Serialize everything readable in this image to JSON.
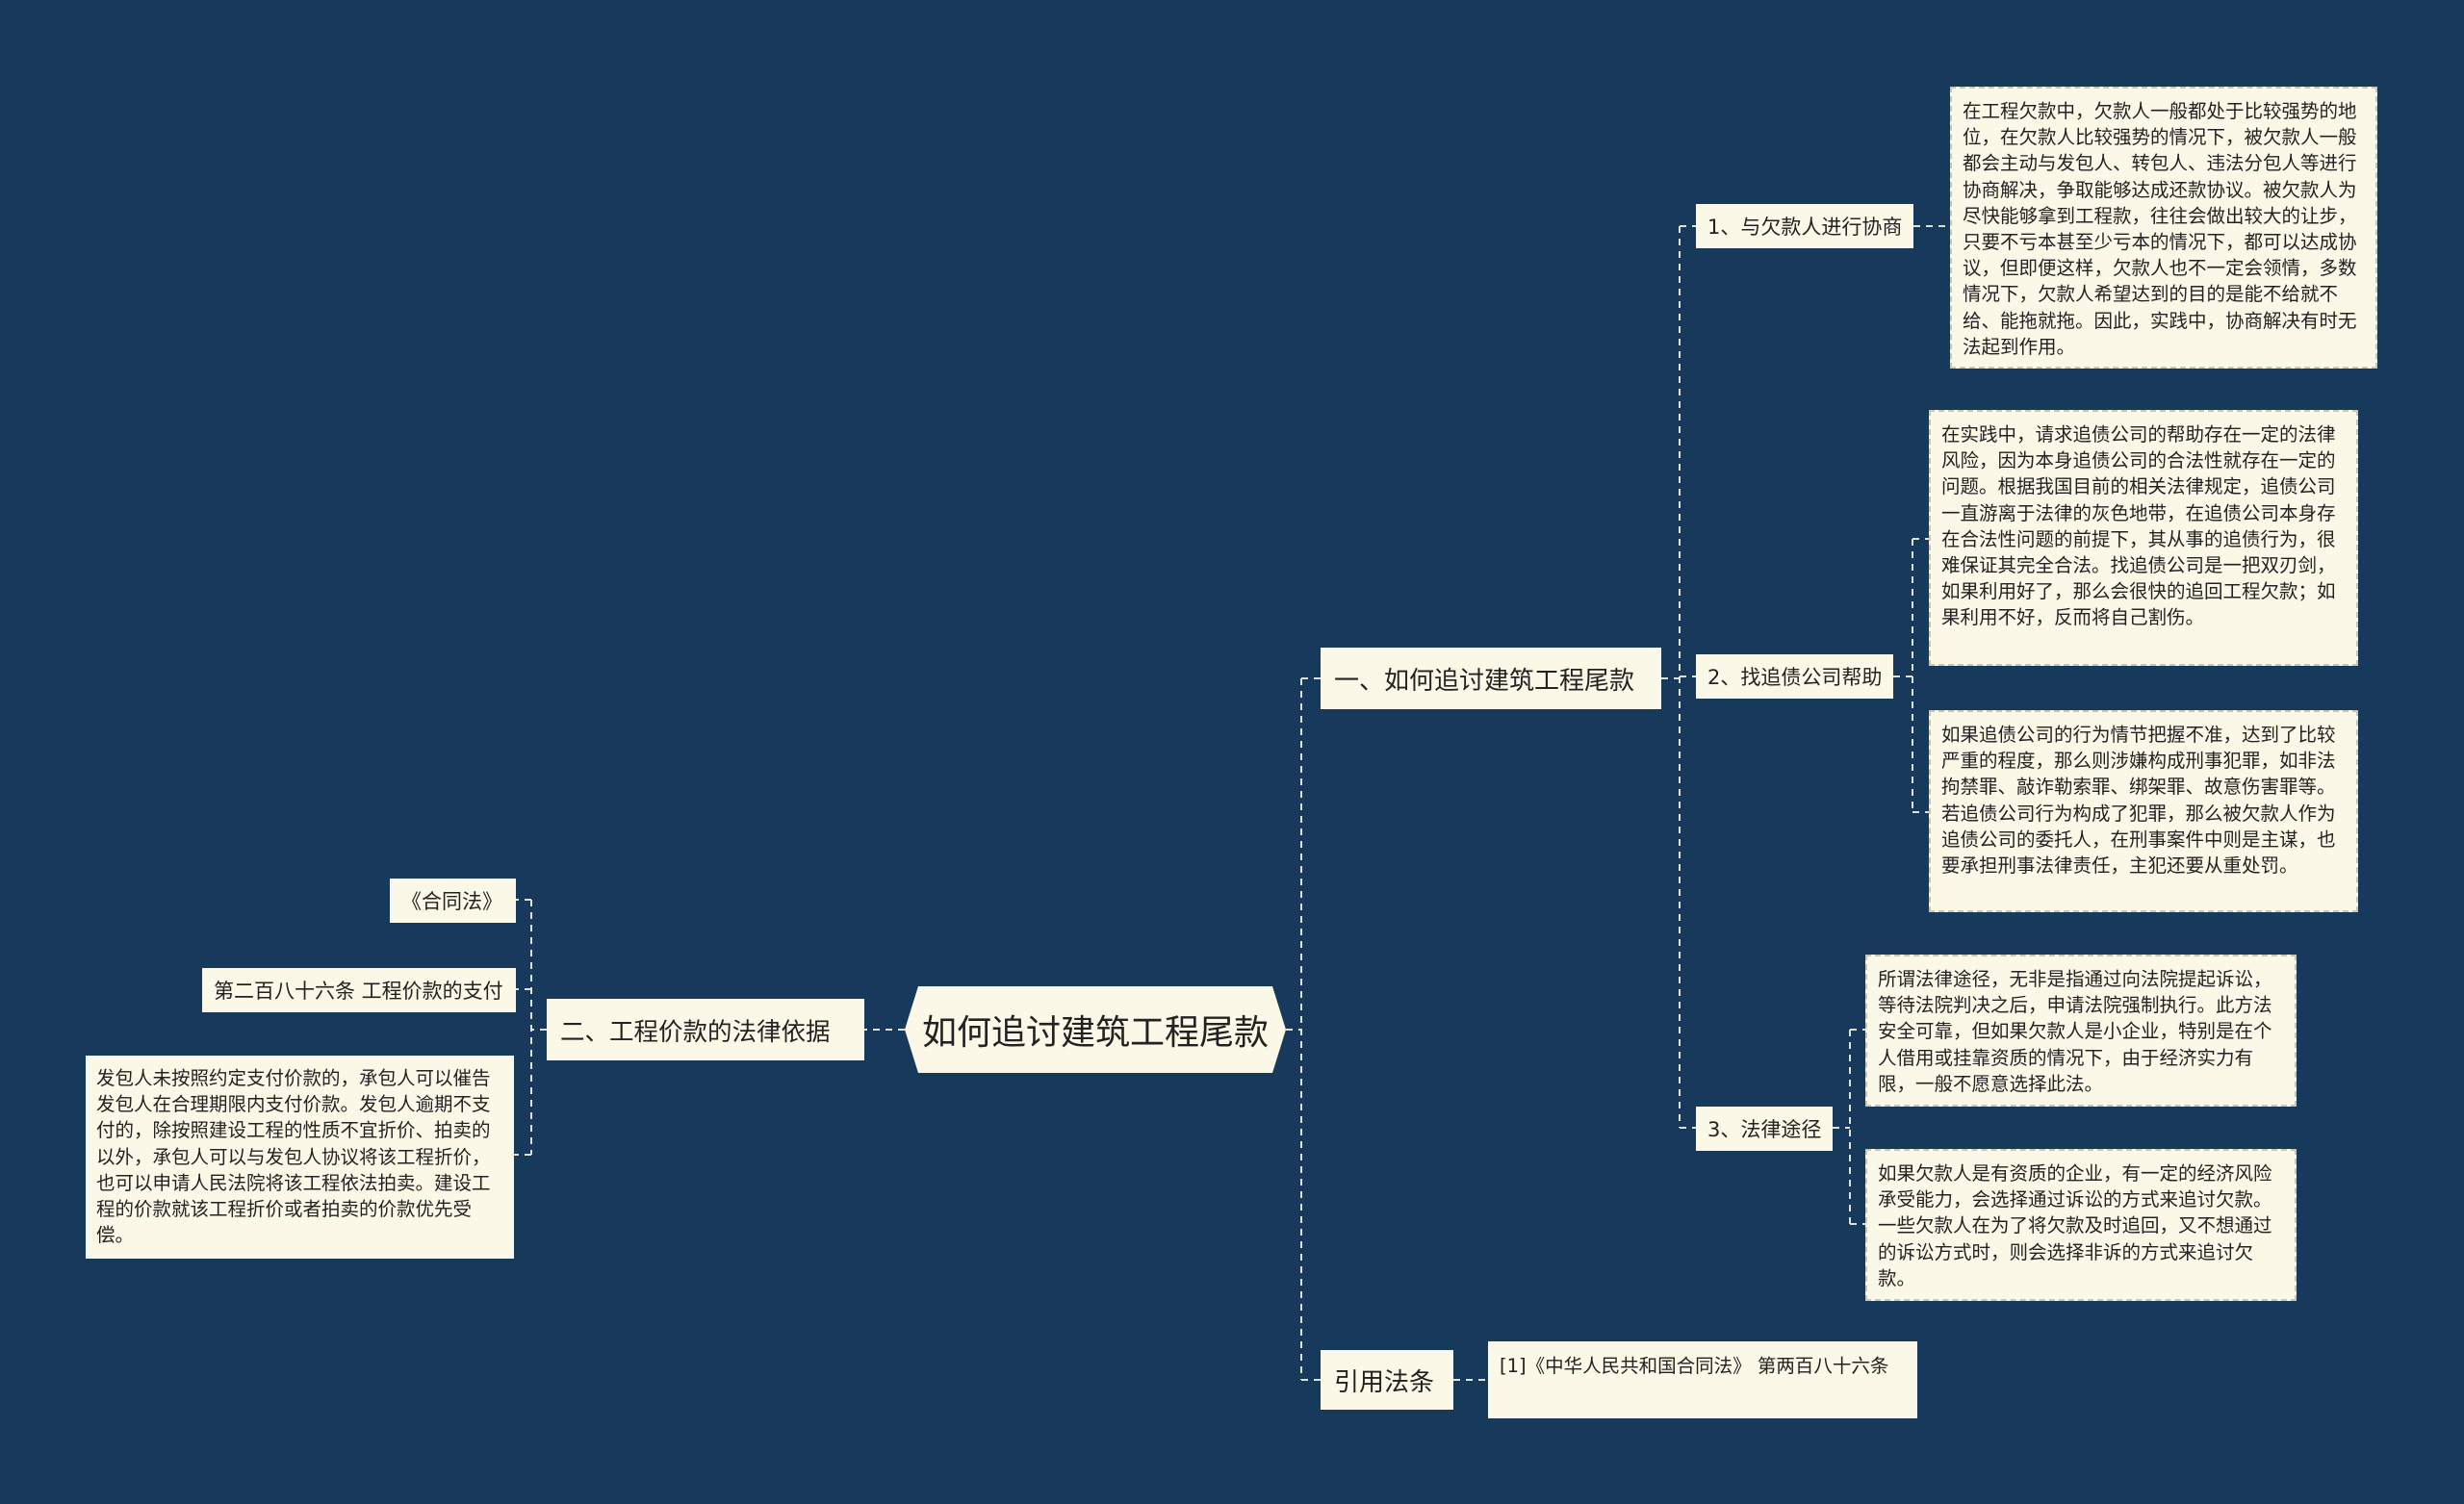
{
  "root": {
    "label": "如何追讨建筑工程尾款"
  },
  "branch1": {
    "label": "一、如何追讨建筑工程尾款",
    "sub1": {
      "label": "1、与欠款人进行协商",
      "text": "在工程欠款中，欠款人一般都处于比较强势的地位，在欠款人比较强势的情况下，被欠款人一般都会主动与发包人、转包人、违法分包人等进行协商解决，争取能够达成还款协议。被欠款人为尽快能够拿到工程款，往往会做出较大的让步，只要不亏本甚至少亏本的情况下，都可以达成协议，但即便这样，欠款人也不一定会领情，多数情况下，欠款人希望达到的目的是能不给就不给、能拖就拖。因此，实践中，协商解决有时无法起到作用。"
    },
    "sub2": {
      "label": "2、找追债公司帮助",
      "text1": "在实践中，请求追债公司的帮助存在一定的法律风险，因为本身追债公司的合法性就存在一定的问题。根据我国目前的相关法律规定，追债公司一直游离于法律的灰色地带，在追债公司本身存在合法性问题的前提下，其从事的追债行为，很难保证其完全合法。找追债公司是一把双刃剑，如果利用好了，那么会很快的追回工程欠款；如果利用不好，反而将自己割伤。",
      "text2": "如果追债公司的行为情节把握不准，达到了比较严重的程度，那么则涉嫌构成刑事犯罪，如非法拘禁罪、敲诈勒索罪、绑架罪、故意伤害罪等。若追债公司行为构成了犯罪，那么被欠款人作为追债公司的委托人，在刑事案件中则是主谋，也要承担刑事法律责任，主犯还要从重处罚。"
    },
    "sub3": {
      "label": "3、法律途径",
      "text1": "所谓法律途径，无非是指通过向法院提起诉讼，等待法院判决之后，申请法院强制执行。此方法安全可靠，但如果欠款人是小企业，特别是在个人借用或挂靠资质的情况下，由于经济实力有限，一般不愿意选择此法。",
      "text2": "如果欠款人是有资质的企业，有一定的经济风险承受能力，会选择通过诉讼的方式来追讨欠款。一些欠款人在为了将欠款及时追回，又不想通过的诉讼方式时，则会选择非诉的方式来追讨欠款。"
    }
  },
  "branch2": {
    "label": "二、工程价款的法律依据",
    "item1": "《合同法》",
    "item2": "第二百八十六条 工程价款的支付",
    "item3": "发包人未按照约定支付价款的，承包人可以催告发包人在合理期限内支付价款。发包人逾期不支付的，除按照建设工程的性质不宜折价、拍卖的以外，承包人可以与发包人协议将该工程折价，也可以申请人民法院将该工程依法拍卖。建设工程的价款就该工程折价或者拍卖的价款优先受偿。"
  },
  "branch3": {
    "label": "引用法条",
    "item1": "[1]《中华人民共和国合同法》 第两百八十六条"
  }
}
